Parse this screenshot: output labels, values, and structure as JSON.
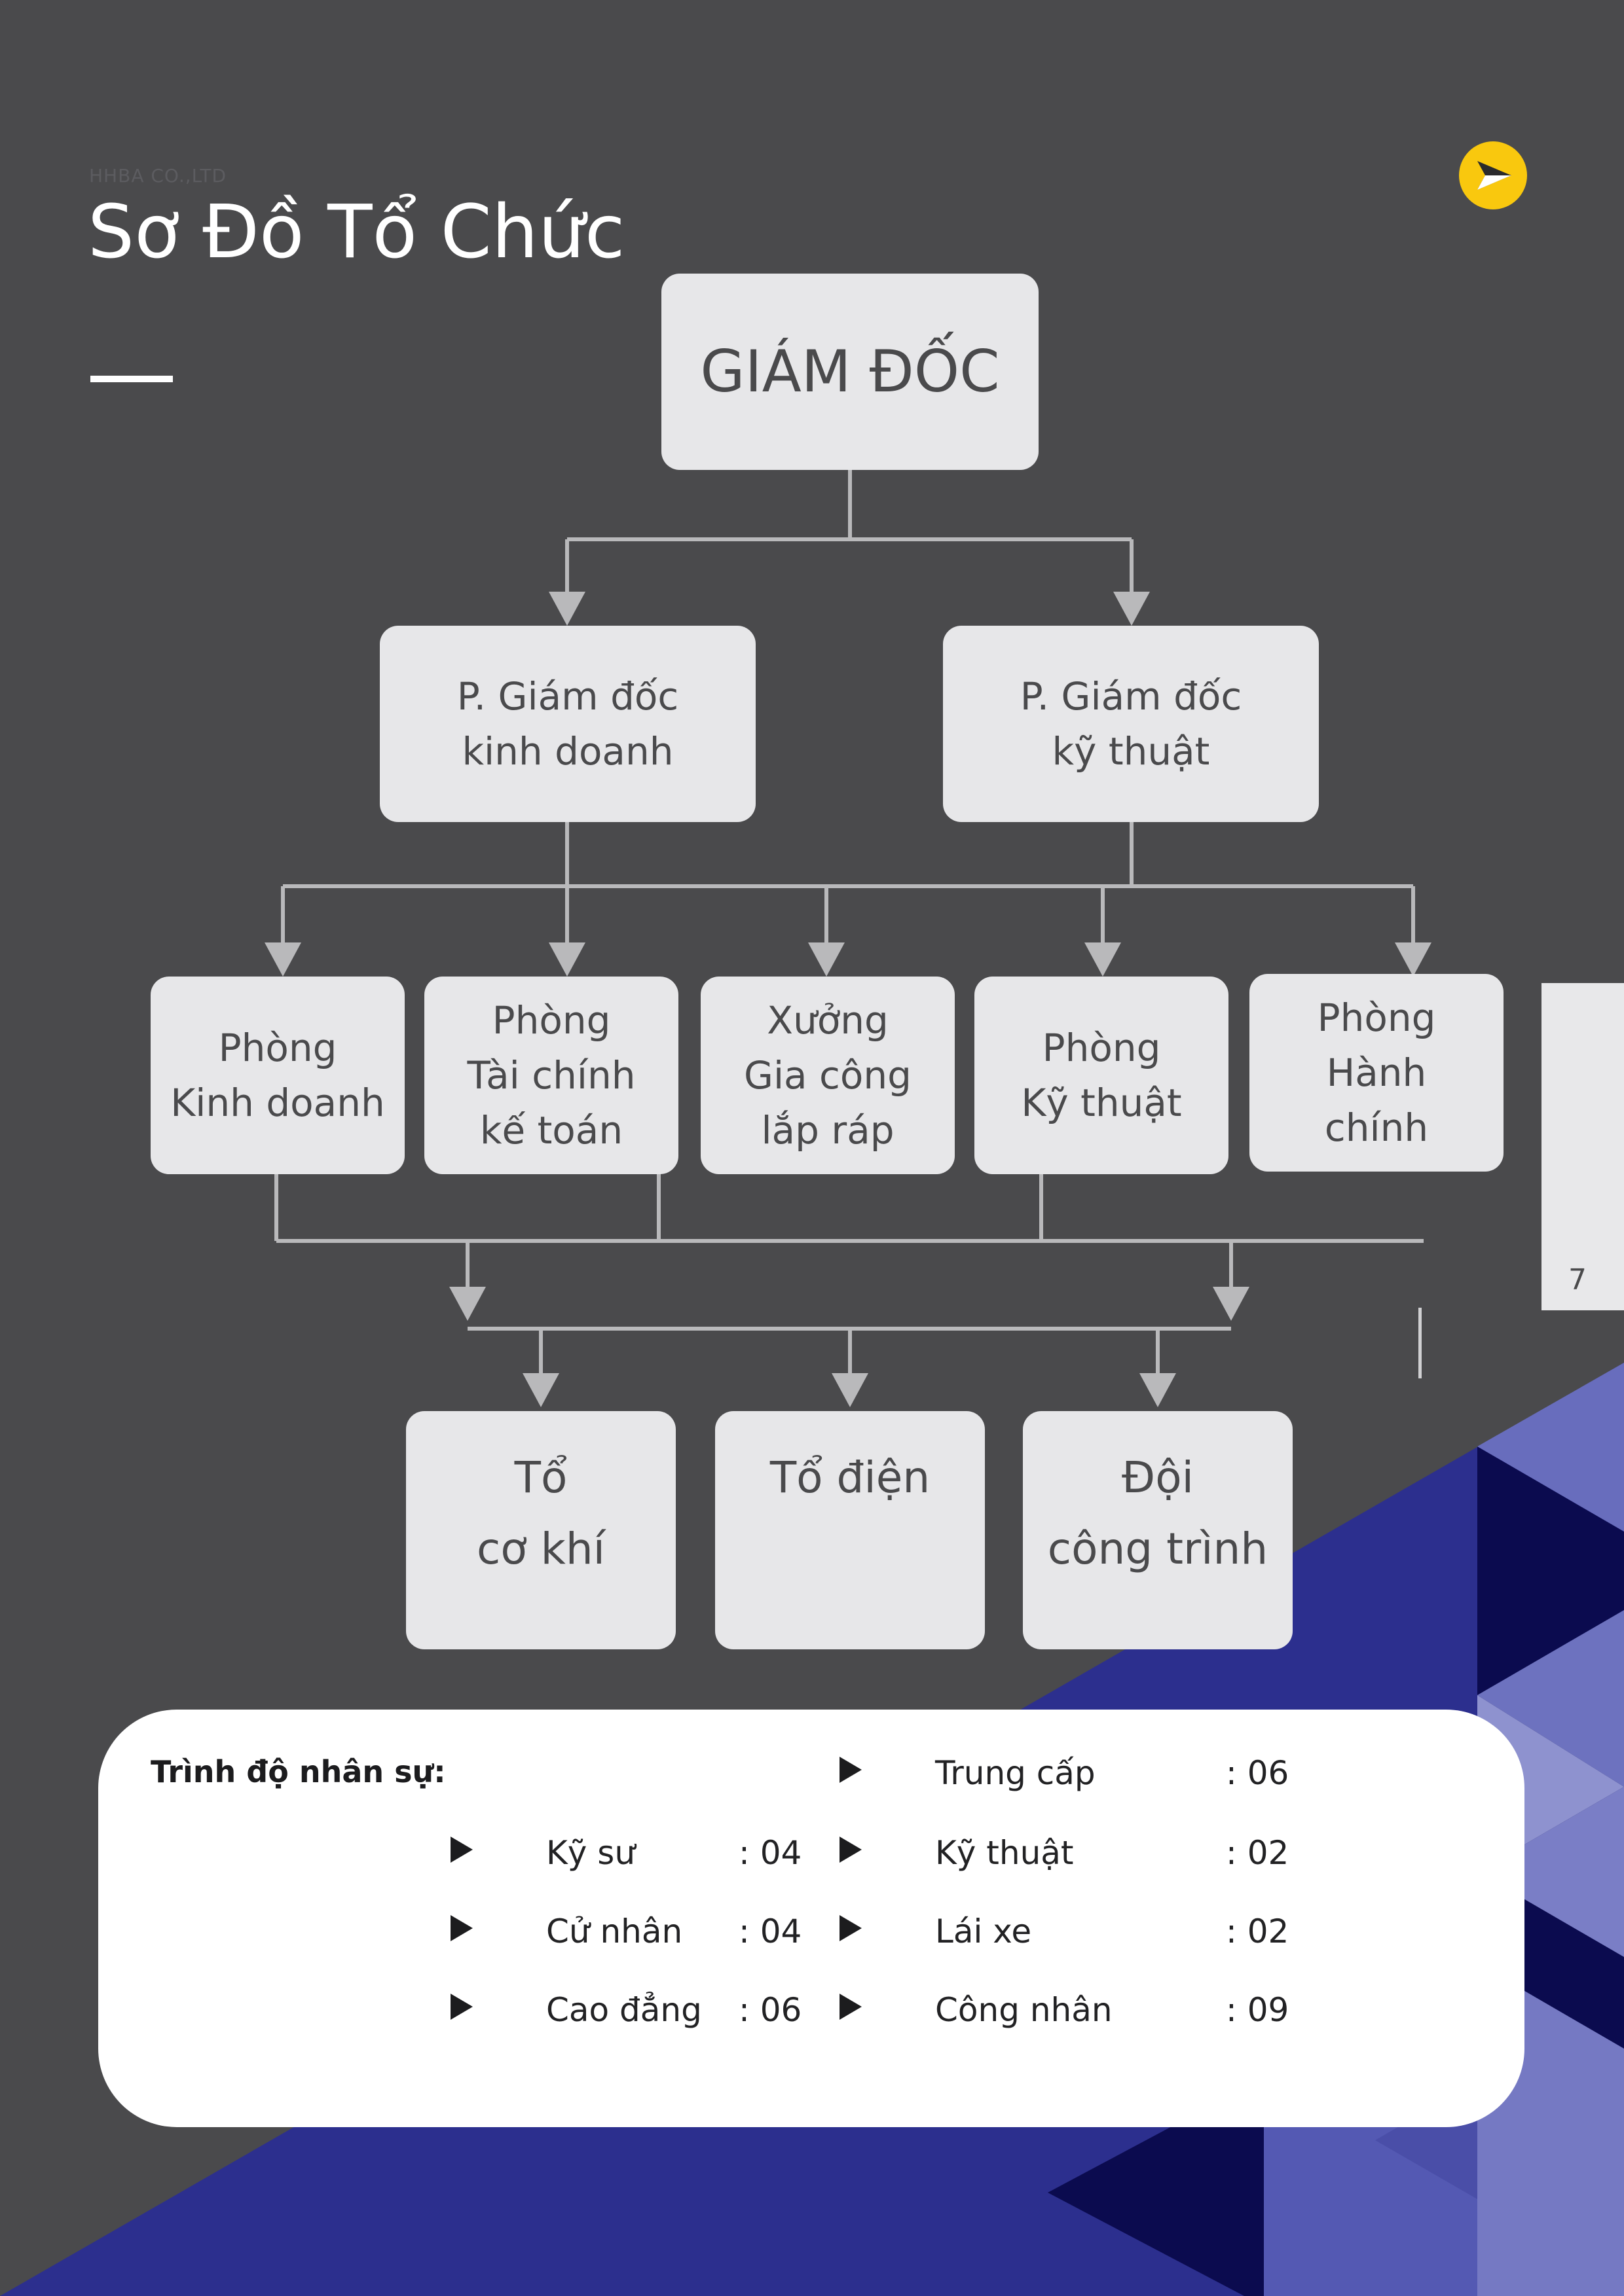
{
  "header": {
    "company": "HHBA CO.,LTD",
    "title": "Sơ Đồ Tổ Chức",
    "page_number": "7"
  },
  "org_chart": {
    "director": "GIÁM ĐỐC",
    "deputies": [
      "P. Giám đốc\nkinh doanh",
      "P. Giám đốc\nkỹ thuật"
    ],
    "departments": [
      "Phòng\nKinh doanh",
      "Phòng\nTài chính\nkế toán",
      "Xưởng\nGia công\nlắp ráp",
      "Phòng\nKỹ thuật",
      "Phòng\nHành\nchính"
    ],
    "teams": [
      "Tổ\ncơ khí",
      "Tổ điện",
      "Đội\ncông trình"
    ]
  },
  "staff": {
    "heading": "Trình độ nhân sự:",
    "items": [
      {
        "name": "Kỹ sư",
        "value": ": 04"
      },
      {
        "name": "Cử nhân",
        "value": ": 04"
      },
      {
        "name": "Cao đẳng",
        "value": ": 06"
      },
      {
        "name": "Trung cấp",
        "value": ": 06"
      },
      {
        "name": "Kỹ thuật",
        "value": ": 02"
      },
      {
        "name": "Lái xe",
        "value": ": 02"
      },
      {
        "name": "Công nhân",
        "value": ": 09"
      }
    ]
  },
  "colors": {
    "background": "#4a4a4c",
    "box": "#e7e7e9",
    "connector": "#b9b9bb",
    "accent": "#f9c80e",
    "blue_dark": "#2c2f8e",
    "blue_navy": "#0b0b4f",
    "blue_light": "#6d72bf"
  },
  "icons": {
    "nav": "arrow-pointer-icon",
    "bullet": "triangle-right-icon"
  }
}
